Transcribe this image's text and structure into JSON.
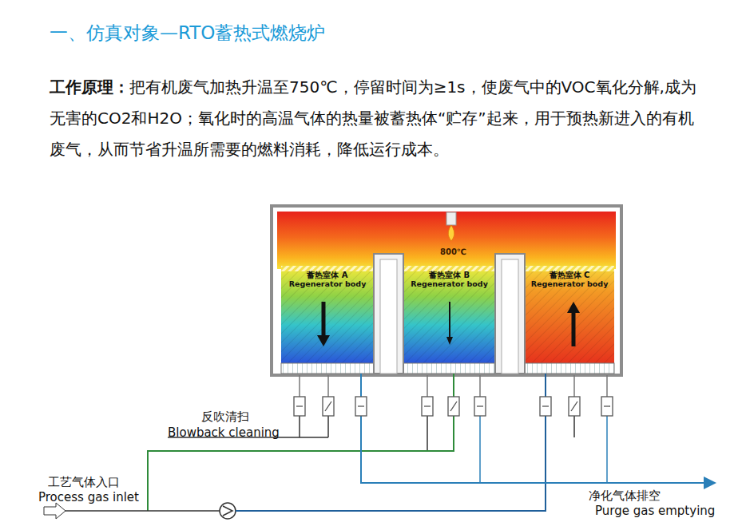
{
  "diagram": {
    "title": "一、仿真对象—RTO蓄热式燃烧炉",
    "nodes": [
      {
        "text": [
          "800℃"
        ]
      },
      {
        "text": [
          "蓄热室体 A",
          "Regenerator body"
        ],
        "in": 0
      },
      {
        "text": [
          "蓄热室体 B",
          "Regenerator body"
        ],
        "in": 0
      },
      {
        "text": [
          "蓄热室体 C",
          "Regenerator body"
        ],
        "in": 0
      }
    ],
    "labels": [
      "工作原理：",
      "把有机废气加热升温至750℃，停留时间为≥1s，使废气中的VOC氧化分解,成为无害的CO2和H2O；氧化时的高温气体的热量被蓄热体“贮存”起来，用于预热新进入的有机废气，从而节省升温所需要的燃料消耗，降低运行成本。",
      "反吹清扫",
      "Blowback cleaning",
      "工艺气体入口",
      "Process gas inlet",
      "净化气体排空",
      "Purge gas emptying"
    ]
  }
}
